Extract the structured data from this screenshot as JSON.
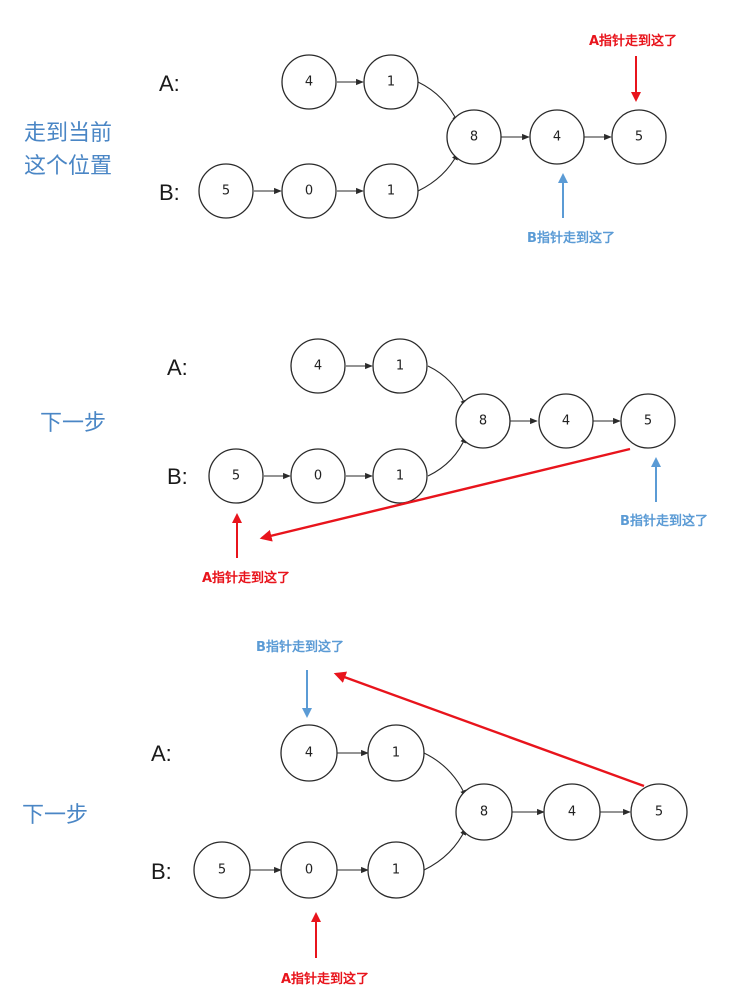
{
  "colors": {
    "a_pointer": "#e8141c",
    "b_pointer": "#5b9bd5",
    "side_text": "#4a86c5",
    "node_stroke": "#2a2a2a"
  },
  "panels": [
    {
      "side_label_lines": [
        "走到当前",
        "这个位置"
      ],
      "list_a": {
        "label": "A:",
        "nodes": [
          "4",
          "1"
        ]
      },
      "list_b": {
        "label": "B:",
        "nodes": [
          "5",
          "0",
          "1"
        ]
      },
      "shared": {
        "nodes": [
          "8",
          "4",
          "5"
        ]
      },
      "a_pointer": {
        "text": "A指针走到这了"
      },
      "b_pointer": {
        "text": "B指针走到这了"
      }
    },
    {
      "side_label_lines": [
        "下一步"
      ],
      "list_a": {
        "label": "A:",
        "nodes": [
          "4",
          "1"
        ]
      },
      "list_b": {
        "label": "B:",
        "nodes": [
          "5",
          "0",
          "1"
        ]
      },
      "shared": {
        "nodes": [
          "8",
          "4",
          "5"
        ]
      },
      "a_pointer": {
        "text": "A指针走到这了"
      },
      "b_pointer": {
        "text": "B指针走到这了"
      }
    },
    {
      "side_label_lines": [
        "下一步"
      ],
      "list_a": {
        "label": "A:",
        "nodes": [
          "4",
          "1"
        ]
      },
      "list_b": {
        "label": "B:",
        "nodes": [
          "5",
          "0",
          "1"
        ]
      },
      "shared": {
        "nodes": [
          "8",
          "4",
          "5"
        ]
      },
      "a_pointer": {
        "text": "A指针走到这了"
      },
      "b_pointer": {
        "text": "B指针走到这了"
      }
    }
  ]
}
